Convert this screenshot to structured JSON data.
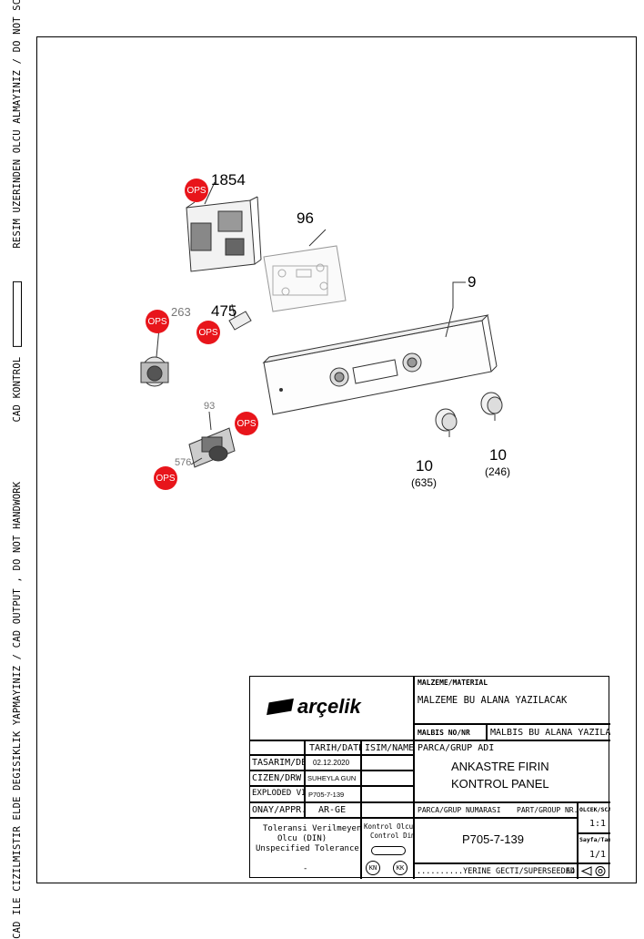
{
  "side_text": {
    "part1": "CAD ILE CIZILMISTIR ELDE DEGISIKLIK YAPMAYINIZ / CAD OUTPUT , DO NOT HANDWORK",
    "part2": "CAD KONTROL",
    "part3": "RESIM UZERINDEN OLCU ALMAYINIZ / DO NOT SCALE"
  },
  "callouts": {
    "c1854": "1854",
    "c96": "96",
    "c9": "9",
    "c263": "263",
    "c475": "475",
    "c93": "93",
    "c576": "576",
    "c10a": "10",
    "c10a_sub": "(635)",
    "c10b": "10",
    "c10b_sub": "(246)",
    "ops": "OPS"
  },
  "title_block": {
    "logo": "arçelik",
    "material_label": "MALZEME/MATERIAL",
    "material_value": "MALZEME BU ALANA YAZILACAK",
    "malbis_label": "MALBIS NO/NR",
    "malbis_value": "MALBIS BU ALANA YAZILACAK",
    "date_header": "TARIH/DATE",
    "name_header": "ISIM/NAME",
    "group_name_label": "PARCA/GRUP ADI",
    "group_name_line1": "ANKASTRE FIRIN",
    "group_name_line2": "KONTROL PANEL",
    "rows": [
      {
        "label": "TASARIM/DES.",
        "value": "02.12.2020"
      },
      {
        "label": "CIZEN/DRW",
        "value": "SUHEYLA GUN"
      },
      {
        "label": "EXPLODED VIEW",
        "value": "P705-7-139"
      },
      {
        "label": "ONAY/APPR.",
        "value": "AR-GE"
      }
    ],
    "group_no_label": "PARCA/GRUP NUMARASI",
    "part_group_label": "PART/GROUP NR.",
    "scale_label": "OLCEK/SCALE",
    "scale_value": "1:1",
    "sheet_label": "Sayfa/Tamami",
    "sheet_value": "1/1",
    "part_number": "P705-7-139",
    "tol_line1": "Toleransi Verilmeyen",
    "tol_line2": "Olcu (DIN)",
    "tol_line3": "Unspecified Tolerance",
    "tol_dash": "-",
    "ctrl_line1": "Kontrol Olculeri",
    "ctrl_line2": "Control Dim.",
    "kn": "KN",
    "kk": "KK",
    "supersede": "..........YERINE GECTI/SUPERSEEDED",
    "size": "A4"
  }
}
